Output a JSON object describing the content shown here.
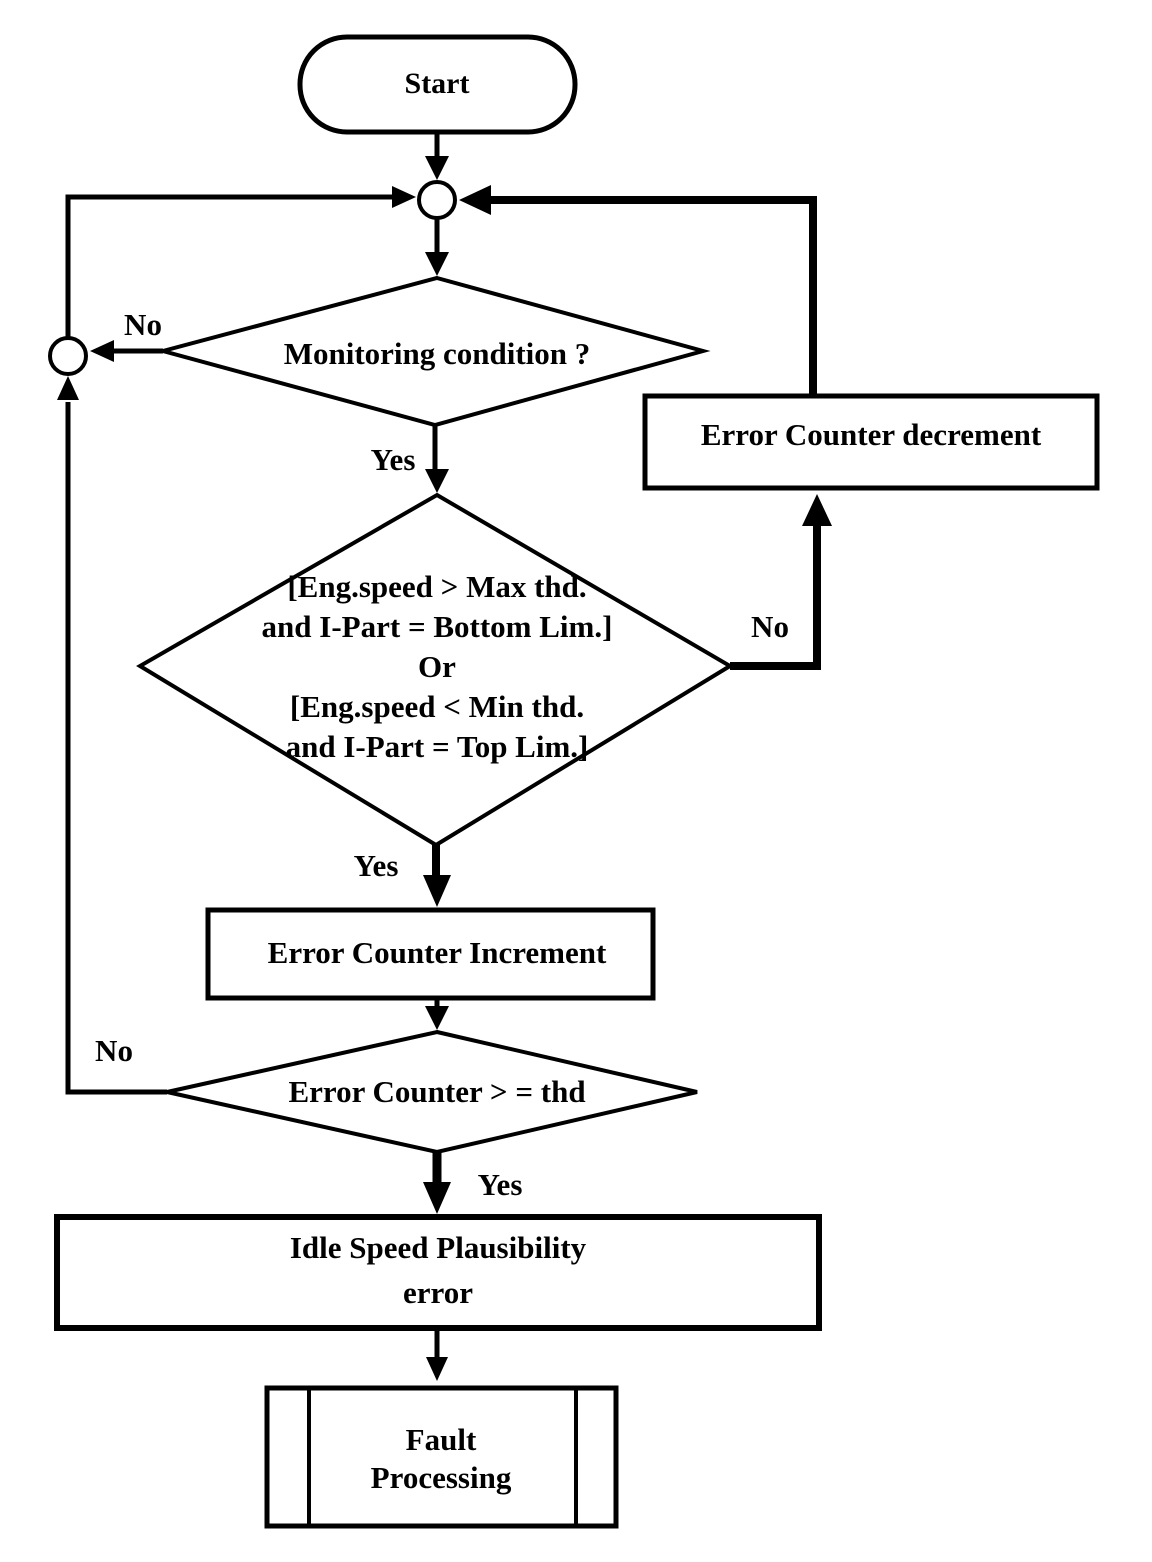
{
  "colors": {
    "ink": "#000000",
    "background": "#ffffff"
  },
  "nodes": {
    "start": {
      "label": "Start"
    },
    "monitoring": {
      "label": "Monitoring condition ?"
    },
    "window": {
      "lines": [
        "[Eng.speed > Max thd.",
        "and I-Part = Bottom Lim.]",
        "Or",
        "[Eng.speed < Min thd.",
        "and I-Part = Top Lim.]"
      ]
    },
    "decrement": {
      "label": "Error Counter decrement"
    },
    "increment": {
      "label": "Error Counter Increment"
    },
    "threshold": {
      "label": "Error Counter > = thd"
    },
    "idle_error": {
      "lines": [
        "Idle Speed Plausibility",
        "error"
      ]
    },
    "fault": {
      "lines": [
        "Fault",
        "Processing"
      ]
    }
  },
  "edge_labels": {
    "monitoring_no": "No",
    "monitoring_yes": "Yes",
    "window_no": "No",
    "window_yes": "Yes",
    "threshold_no": "No",
    "threshold_yes": "Yes"
  }
}
